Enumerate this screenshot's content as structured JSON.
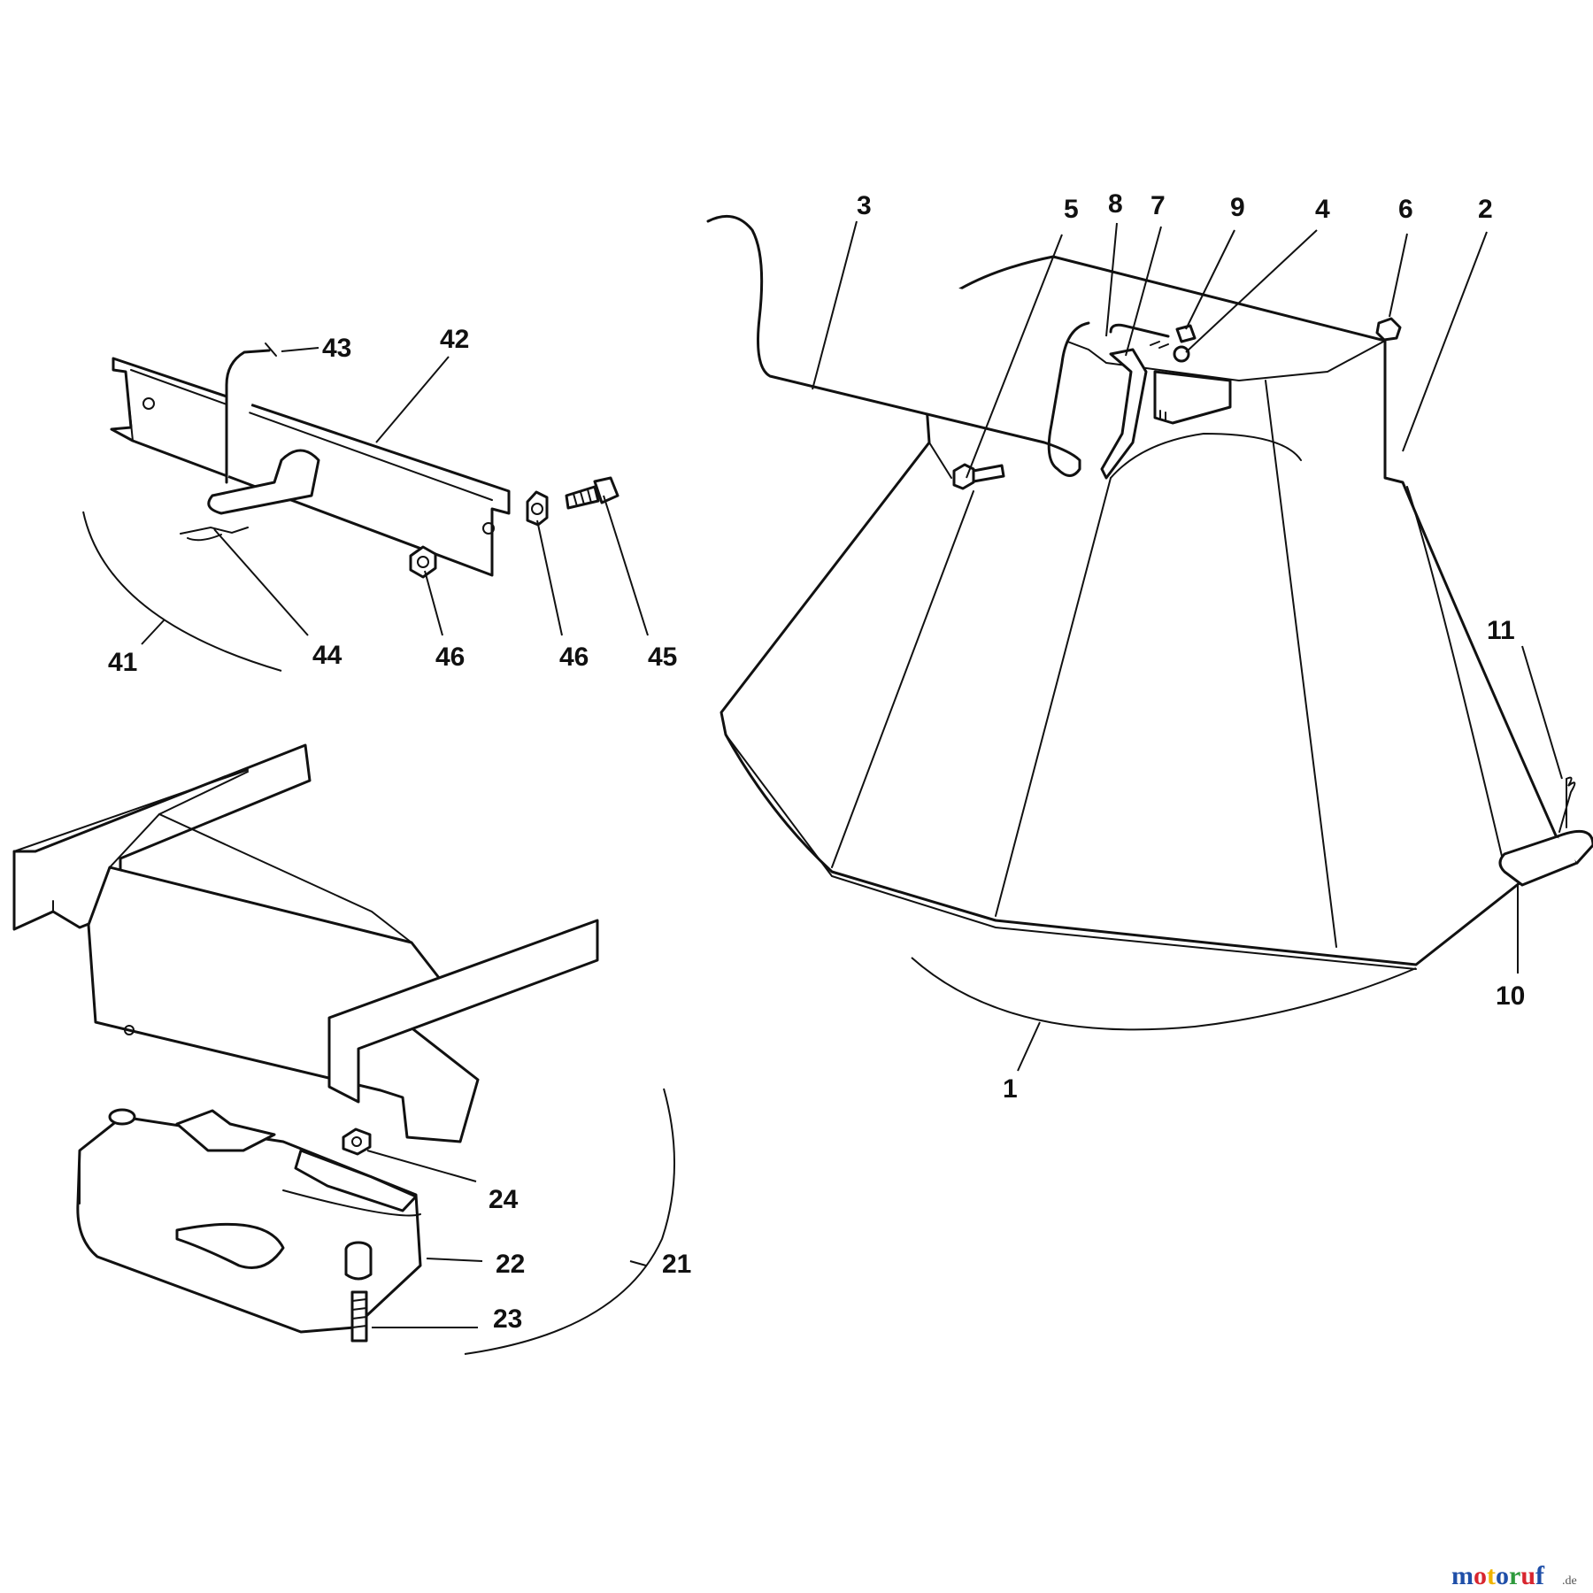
{
  "callouts": {
    "c1": "1",
    "c2": "2",
    "c3": "3",
    "c4": "4",
    "c5": "5",
    "c6": "6",
    "c7": "7",
    "c8": "8",
    "c9": "9",
    "c10": "10",
    "c11": "11",
    "c21": "21",
    "c22": "22",
    "c23": "23",
    "c24": "24",
    "c41": "41",
    "c42": "42",
    "c43": "43",
    "c44": "44",
    "c45": "45",
    "c46a": "46",
    "c46b": "46"
  },
  "watermark": {
    "main": "motoruf",
    "suffix": ".de",
    "letters": [
      "m",
      "o",
      "t",
      "o",
      "r",
      "u",
      "f"
    ],
    "letter_colors": [
      "#1f4fa8",
      "#d8262f",
      "#f0b400",
      "#1f4fa8",
      "#2e9a3c",
      "#d8262f",
      "#1f4fa8"
    ],
    "suffix_color": "#555555"
  }
}
